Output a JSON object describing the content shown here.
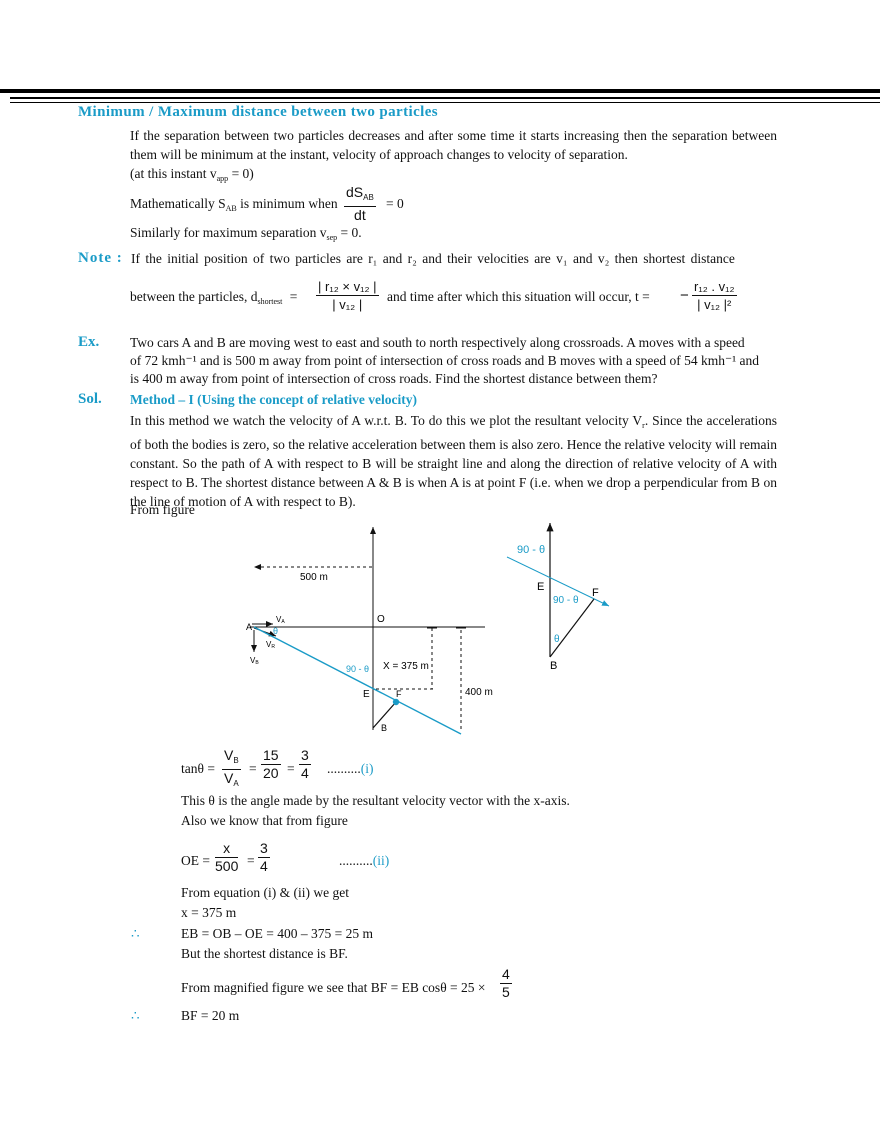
{
  "section_title": "Minimum / Maximum distance between two particles",
  "intro": {
    "para1": "If the separation between two particles decreases and after some time it starts increasing then the separation between them will be minimum at the instant, velocity of approach changes to velocity of separation.",
    "para1_end_pre": "(at this instant v",
    "para1_end_sub": "app",
    "para1_end_post": " = 0)",
    "math_pre": "Mathematically S",
    "math_sub": "AB",
    "math_post": " is minimum when",
    "math_num": "dS",
    "math_num_sub": "AB",
    "math_den": "dt",
    "math_eq": "= 0",
    "similarly_pre": "Similarly for maximum separation v",
    "similarly_sub": "sep",
    "similarly_post": " = 0."
  },
  "note": {
    "label": "Note :",
    "line1": "If the initial position of two particles are  r₁  and  r₂  and their velocities are  v₁  and  v₂  then shortest distance",
    "line2_pre": "between the particles, d",
    "line2_sub": "shortest",
    "line2_eq": "=",
    "frac1_num": "| r₁₂ × v₁₂ |",
    "frac1_den": "| v₁₂ |",
    "line2_mid": "and time after which this situation will occur, t =",
    "minus": "−",
    "frac2_num": "r₁₂ . v₁₂",
    "frac2_den": "| v₁₂ |²"
  },
  "example": {
    "label": "Ex.",
    "text_a": "Two cars A and B are moving west to east and south to north respectively along crossroads. A moves with a speed",
    "text_b": "of 72 kmh⁻¹ and is 500 m away from point of intersection of cross roads and B moves with a speed of 54 kmh⁻¹ and",
    "text_c": "is 400 m away from point of intersection of cross roads. Find the shortest  distance between them?"
  },
  "solution": {
    "label": "Sol.",
    "method": "Method – I (Using the concept of relative velocity)",
    "para_a": "In this method we watch the velocity of A w.r.t. B. To do this we plot the  resultant velocity V",
    "para_a_sub": "r",
    "para_b": ". Since the accelerations of both the bodies is zero, so the relative acceleration between them is also zero. Hence the relative velocity will remain constant. So the path of A with respect to B will be straight line and along the direction of relative velocity of  A with respect to B. The shortest distance between A & B is when A is at point F (i.e. when we drop a perpendicular from B on the line of motion of  A with respect to B).",
    "from_figure": "From figure"
  },
  "figure_main": {
    "dist_500": "500 m",
    "label_O": "O",
    "label_A": "A",
    "label_VA": "V",
    "label_VA_sub": "A",
    "label_theta": "θ",
    "label_VR": "V",
    "label_VR_sub": "R",
    "label_VB": "V",
    "label_VB_sub": "B",
    "angle": "90 - θ",
    "x_dist": "X = 375 m",
    "label_E": "E",
    "label_F": "F",
    "dist_400": "400 m",
    "label_B": "B"
  },
  "figure_mag": {
    "angle_top": "90 - θ",
    "label_E": "E",
    "angle_mid": "90 - θ",
    "label_F": "F",
    "label_theta": "θ",
    "label_B": "B"
  },
  "eq1": {
    "lhs": "tanθ =",
    "f1_num": "V",
    "f1_num_sub": "B",
    "f1_den": "V",
    "f1_den_sub": "A",
    "eq_a": "=",
    "f2_num": "15",
    "f2_den": "20",
    "eq_b": "=",
    "f3_num": "3",
    "f3_den": "4",
    "dots": "..........",
    "tag": "(i)"
  },
  "line_theta": "This θ is the angle made by the resultant velocity vector with the  x-axis.",
  "line_also": "Also we know that from figure",
  "eq2": {
    "lhs": "OE =",
    "f1_num": "x",
    "f1_den": "500",
    "eq": "=",
    "f2_num": "3",
    "f2_den": "4",
    "dots": "..........",
    "tag": "(ii)"
  },
  "from_eq": "From equation (i) & (ii) we get",
  "x_result": "x = 375 m",
  "therefore": "∴",
  "eb_line": "EB = OB – OE = 400 – 375 = 25 m",
  "but_line": "But the shortest distance is BF.",
  "mag_line": {
    "text": "From magnified figure we see that BF = EB cosθ  = 25 ×",
    "num": "4",
    "den": "5"
  },
  "bf_line": "BF = 20 m",
  "colors": {
    "accent": "#1a9bc7",
    "text": "#111111"
  }
}
